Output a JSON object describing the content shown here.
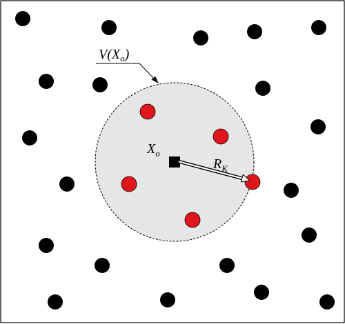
{
  "colors": {
    "background": "#ffffff",
    "frame": "#000000",
    "neighborhood_fill": "#e6e6e6",
    "neighborhood_stroke": "#000000",
    "neighbor_point": "#e0161c",
    "other_point": "#000000",
    "query_point": "#000000",
    "arrow_fill": "#ffffff"
  },
  "labels": {
    "neighborhood_main": "V(X",
    "neighborhood_sub": "o",
    "neighborhood_close": ")",
    "query_main": "X",
    "query_sub": "o",
    "radius_main": "R",
    "radius_sub": "K"
  },
  "icons": {
    "query_point": "filled-square",
    "points": "filled-circle"
  }
}
